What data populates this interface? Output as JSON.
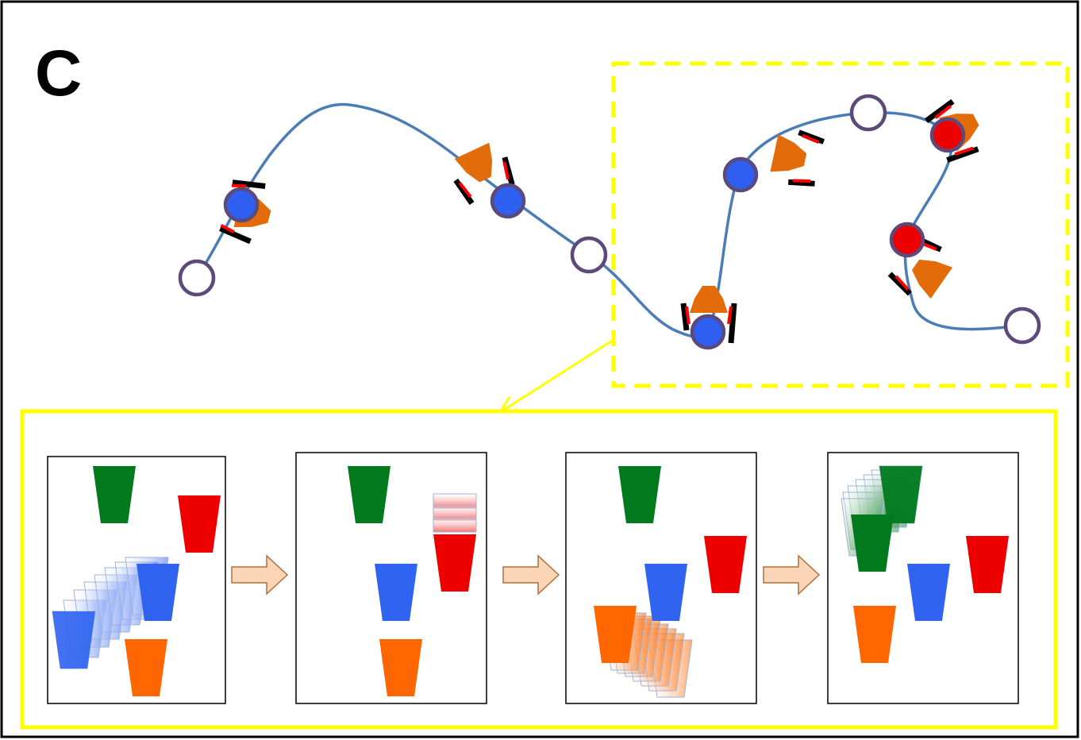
{
  "panel": {
    "label": "C"
  },
  "colors": {
    "path": "#4a7db5",
    "waypoint_outline": "#5c4a7a",
    "waypoint_empty": "#ffffff",
    "waypoint_blue": "#2f5ff0",
    "waypoint_red": "#ee0000",
    "robot_body": "#e36c0a",
    "gripper_black": "#000000",
    "gripper_red": "#ff0000",
    "highlight_yellow": "#ffff00",
    "step_arrow_fill": "#fbd5b5",
    "step_arrow_stroke": "#b07040",
    "cup_green": "#007a1c",
    "cup_red": "#ee0000",
    "cup_blue": "#2f63f0",
    "cup_orange": "#ff6600"
  },
  "trajectory": {
    "waypoints": [
      {
        "name": "waypoint-start-empty",
        "state": "empty"
      },
      {
        "name": "waypoint-blue-1",
        "state": "blue"
      },
      {
        "name": "waypoint-blue-2",
        "state": "blue"
      },
      {
        "name": "waypoint-empty-2",
        "state": "empty"
      },
      {
        "name": "waypoint-blue-3",
        "state": "blue"
      },
      {
        "name": "waypoint-blue-4",
        "state": "blue"
      },
      {
        "name": "waypoint-empty-3",
        "state": "empty"
      },
      {
        "name": "waypoint-red-1",
        "state": "red"
      },
      {
        "name": "waypoint-red-2",
        "state": "red"
      },
      {
        "name": "waypoint-end-empty",
        "state": "empty"
      }
    ]
  },
  "steps": [
    {
      "name": "scene-step-1",
      "moving_cup": "blue"
    },
    {
      "name": "scene-step-2",
      "moving_cup": "red"
    },
    {
      "name": "scene-step-3",
      "moving_cup": "orange"
    },
    {
      "name": "scene-step-4",
      "moving_cup": "green"
    }
  ]
}
